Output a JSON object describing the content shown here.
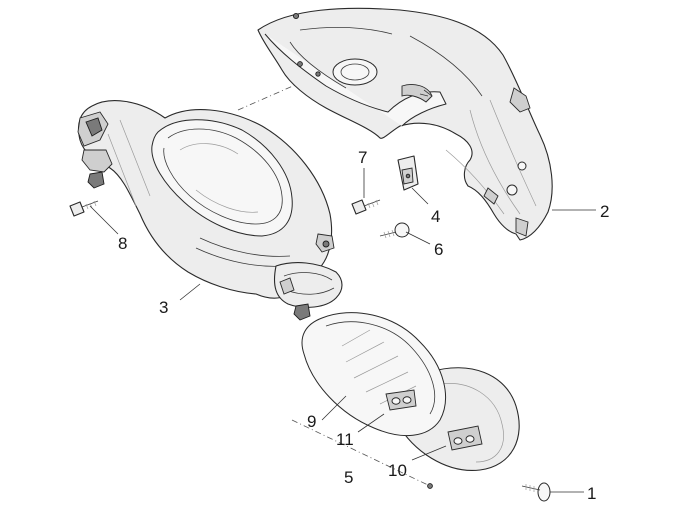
{
  "callouts": {
    "c1": "1",
    "c2": "2",
    "c3": "3",
    "c4": "4",
    "c5": "5",
    "c6": "6",
    "c7": "7",
    "c8": "8",
    "c9": "9",
    "c10": "10",
    "c11": "11"
  },
  "colors": {
    "line": "#2a2a2a",
    "fill": "#ededed",
    "background": "#ffffff"
  }
}
